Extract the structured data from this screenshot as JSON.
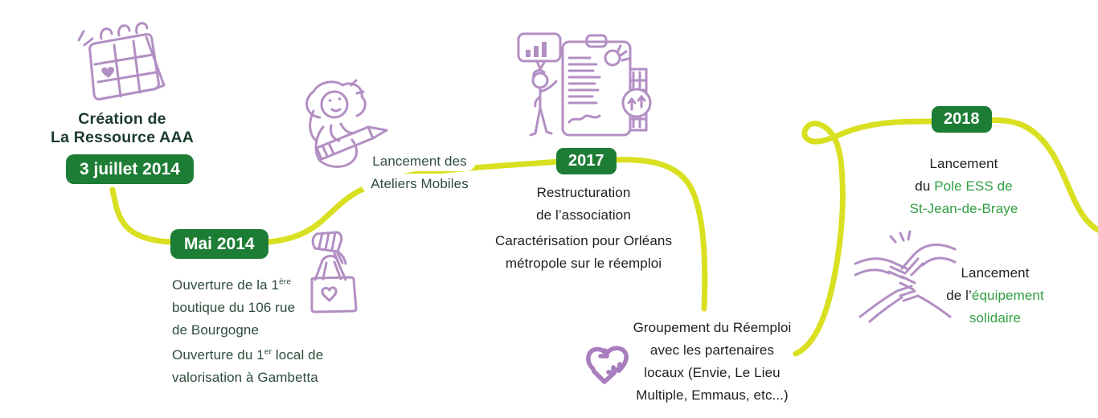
{
  "heading": {
    "line1": "Création de",
    "line2": "La Ressource AAA"
  },
  "badges": {
    "creation_date": "3 juillet 2014",
    "mai2014": "Mai 2014",
    "year2017": "2017",
    "year2018": "2018"
  },
  "events": {
    "ateliers": {
      "line1": "Lancement des",
      "line2": "Ateliers Mobiles"
    },
    "boutique": {
      "line1_pre": "Ouverture de la 1",
      "line1_sup": "ère",
      "line2": "boutique du 106 rue",
      "line3": "de Bourgogne"
    },
    "local": {
      "line1_pre": "Ouverture du 1",
      "line1_sup": "er",
      "line1_post": " local de",
      "line2": "valorisation à Gambetta"
    },
    "restructuration": {
      "line1": "Restructuration",
      "line2": "de l’association"
    },
    "caracterisation": {
      "line1": "Caractérisation pour Orléans",
      "line2": "métropole sur le réemploi"
    },
    "groupement": {
      "line1": "Groupement du Réemploi",
      "line2": "avec les partenaires",
      "line3": "locaux (Envie, Le Lieu",
      "line4": "Multiple, Emmaus, etc...)"
    },
    "pole_ess": {
      "line1": "Lancement",
      "line2_pre": "du ",
      "line2_green": "Pole ESS de",
      "line3_green": "St-Jean-de-Braye"
    },
    "equipement": {
      "line1": "Lancement",
      "line2_pre": "de l’",
      "line2_green": "équipement",
      "line3_green": "solidaire"
    }
  },
  "illustrations": [
    "calendar-illustration",
    "person-pencil-illustration",
    "person-clipboard-illustration",
    "tote-bag-illustration",
    "recycle-heart-icon",
    "stacked-hands-illustration"
  ],
  "colors": {
    "badge_green": "#1e7d35",
    "heading_green": "#1c3b2b",
    "note_green_text": "#2e4c3b",
    "note_dark_text": "#1f1f1f",
    "accent_green": "#2f9e41",
    "timeline_yellow": "#d9e021",
    "illustration_purple": "#b28fc3",
    "background": "#ffffff"
  }
}
